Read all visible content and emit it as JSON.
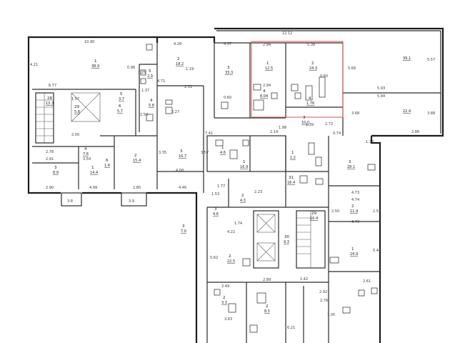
{
  "colors": {
    "wall": "#1c1c1c",
    "highlight": "#d9534f",
    "text": "#1e1e1e"
  },
  "dimensions": [
    {
      "id": "d1090",
      "text": "10.90"
    },
    {
      "id": "d428",
      "text": "4.28"
    },
    {
      "id": "d437",
      "text": "4.37"
    },
    {
      "id": "d1212",
      "text": "12.12"
    },
    {
      "id": "d294a",
      "text": "2.94"
    },
    {
      "id": "d538",
      "text": "5.38"
    },
    {
      "id": "d421",
      "text": "4.21"
    },
    {
      "id": "d677",
      "text": "6.77"
    },
    {
      "id": "d157",
      "text": "1.57"
    },
    {
      "id": "d096",
      "text": "0.96"
    },
    {
      "id": "d125",
      "text": "1.25"
    },
    {
      "id": "d137",
      "text": "1.37"
    },
    {
      "id": "d119",
      "text": "1.19"
    },
    {
      "id": "d471",
      "text": "4.71"
    },
    {
      "id": "d231",
      "text": "2.31"
    },
    {
      "id": "d294b",
      "text": "2.94"
    },
    {
      "id": "d060a",
      "text": "0.60"
    },
    {
      "id": "d060b",
      "text": "0.60"
    },
    {
      "id": "d557",
      "text": "5.57"
    },
    {
      "id": "d566",
      "text": "5.66"
    },
    {
      "id": "d593",
      "text": "5.93"
    },
    {
      "id": "d594",
      "text": "5.94"
    },
    {
      "id": "d388",
      "text": "3.88"
    },
    {
      "id": "d368",
      "text": "3.68"
    },
    {
      "id": "d286",
      "text": "2.86"
    },
    {
      "id": "d200",
      "text": "2.00"
    },
    {
      "id": "d150",
      "text": "1.50"
    },
    {
      "id": "d227",
      "text": "2.27"
    },
    {
      "id": "d741",
      "text": "7.41"
    },
    {
      "id": "d214",
      "text": "2.14"
    },
    {
      "id": "d272",
      "text": "2.72"
    },
    {
      "id": "d139",
      "text": "1.39"
    },
    {
      "id": "d074",
      "text": "0.74"
    },
    {
      "id": "d132",
      "text": "1.32"
    },
    {
      "id": "d278",
      "text": "2.78"
    },
    {
      "id": "d291",
      "text": "2.91"
    },
    {
      "id": "d354",
      "text": "3.54"
    },
    {
      "id": "d290",
      "text": "2.90"
    },
    {
      "id": "d499",
      "text": "4.99"
    },
    {
      "id": "d280",
      "text": "2.80"
    },
    {
      "id": "d446",
      "text": "4.46"
    },
    {
      "id": "d468",
      "text": "4.68"
    },
    {
      "id": "d335",
      "text": "3.35"
    },
    {
      "id": "d357",
      "text": "3.57"
    },
    {
      "id": "d177",
      "text": "1.77"
    },
    {
      "id": "d153",
      "text": "1.53"
    },
    {
      "id": "d223",
      "text": "2.23"
    },
    {
      "id": "d422",
      "text": "4.22"
    },
    {
      "id": "d174",
      "text": "1.74"
    },
    {
      "id": "d473a",
      "text": "4.73"
    },
    {
      "id": "d474",
      "text": "4.74"
    },
    {
      "id": "d473b",
      "text": "4.73"
    },
    {
      "id": "d250",
      "text": "2.50"
    },
    {
      "id": "d251",
      "text": "2.51"
    },
    {
      "id": "d544",
      "text": "5.44"
    },
    {
      "id": "d562",
      "text": "5.62"
    },
    {
      "id": "d261",
      "text": "2.61"
    },
    {
      "id": "d292",
      "text": "2.92"
    },
    {
      "id": "d276",
      "text": "2.76"
    },
    {
      "id": "d249",
      "text": "2.49"
    },
    {
      "id": "d363",
      "text": "3.63"
    },
    {
      "id": "d621",
      "text": "6.21"
    },
    {
      "id": "d105",
      "text": "1.05"
    },
    {
      "id": "d142",
      "text": "1.42"
    },
    {
      "id": "d289",
      "text": "2.89"
    },
    {
      "id": "d198",
      "text": "1.98"
    }
  ],
  "rooms": [
    {
      "id": "r28",
      "num": "28",
      "area": "13.3"
    },
    {
      "id": "r29a",
      "num": "29",
      "area": "5.8"
    },
    {
      "id": "r1a",
      "num": "1",
      "area": "38.9"
    },
    {
      "id": "r2a",
      "num": "2",
      "area": "18.2"
    },
    {
      "id": "r3a",
      "num": "3",
      "area": "33.3"
    },
    {
      "id": "r1b",
      "num": "1",
      "area": "12.5"
    },
    {
      "id": "r2b",
      "num": "2",
      "area": "24.3"
    },
    {
      "id": "r39",
      "num": "",
      "area": "39.1"
    },
    {
      "id": "r22",
      "num": "",
      "area": "22.4"
    },
    {
      "id": "r5a",
      "num": "5",
      "area": "3.7"
    },
    {
      "id": "r5b",
      "num": "5",
      "area": "2.9"
    },
    {
      "id": "r6a",
      "num": "6",
      "area": "5.7"
    },
    {
      "id": "r4a",
      "num": "4",
      "area": "5.8"
    },
    {
      "id": "r4b",
      "num": "4",
      "area": "8.04"
    },
    {
      "id": "r4c",
      "num": "4",
      "area": "1.76"
    },
    {
      "id": "r3b",
      "num": "3",
      "area": "10.0"
    },
    {
      "id": "r3c",
      "num": "3",
      "area": "16.7"
    },
    {
      "id": "r2c",
      "num": "2",
      "area": "15.4"
    },
    {
      "id": "r1c",
      "num": "1",
      "area": "14.4"
    },
    {
      "id": "r3d",
      "num": "3",
      "area": "8.9"
    },
    {
      "id": "r4d",
      "num": "4",
      "area": "7.6"
    },
    {
      "id": "r6b",
      "num": "6",
      "area": "1.4"
    },
    {
      "id": "r1d",
      "num": "1",
      "area": "16.9"
    },
    {
      "id": "r3e",
      "num": "3",
      "area": "28.1"
    },
    {
      "id": "r2d",
      "num": "2",
      "area": "11.9"
    },
    {
      "id": "r1e",
      "num": "1",
      "area": "24.9"
    },
    {
      "id": "r3f",
      "num": "3",
      "area": "7.0"
    },
    {
      "id": "r2e",
      "num": "2",
      "area": "22.5"
    },
    {
      "id": "r30",
      "num": "30",
      "area": "9.3"
    },
    {
      "id": "r29b",
      "num": "29",
      "area": "16.4"
    },
    {
      "id": "r31",
      "num": "31",
      "area": "16.4"
    },
    {
      "id": "r3g",
      "num": "3",
      "area": "4.6"
    },
    {
      "id": "r2f",
      "num": "2",
      "area": "4.3"
    },
    {
      "id": "r2g",
      "num": "2",
      "area": "8.5"
    },
    {
      "id": "r2h",
      "num": "2",
      "area": "3.3"
    },
    {
      "id": "r1f",
      "num": "1",
      "area": "4.6"
    },
    {
      "id": "r1g",
      "num": "1",
      "area": "1.2"
    }
  ],
  "balconies": [
    {
      "id": "b38",
      "area": "3.8"
    },
    {
      "id": "b39",
      "area": "3.9"
    }
  ]
}
